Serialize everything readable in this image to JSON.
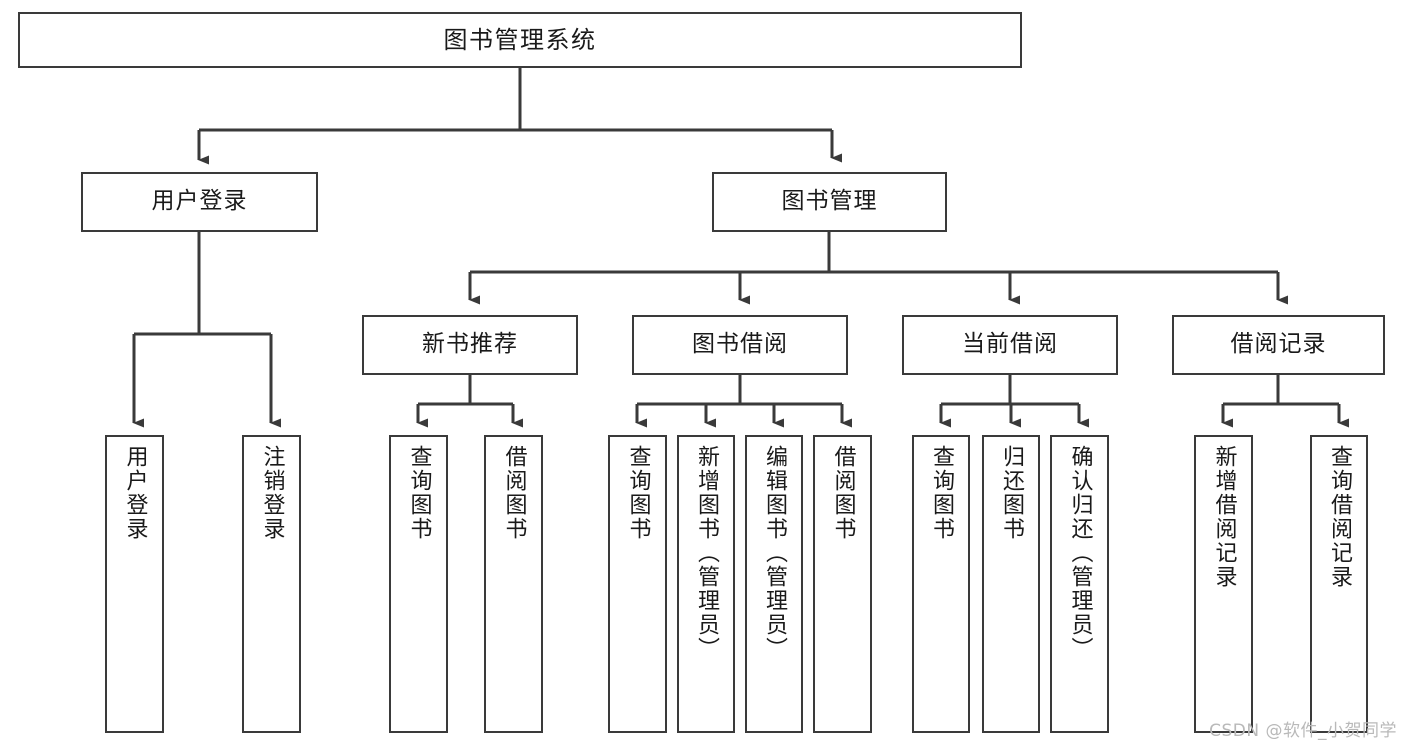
{
  "diagram": {
    "title": "图书管理系统",
    "type": "tree",
    "watermark": "CSDN @软件_小贺同学",
    "line_color": "#3a3a3a",
    "box_fill": "#ffffff",
    "text_color": "#1a1a1a",
    "root": {
      "label": "图书管理系统"
    },
    "level2": [
      {
        "id": "user-login",
        "label": "用户登录"
      },
      {
        "id": "book-manage",
        "label": "图书管理"
      }
    ],
    "level3": [
      {
        "id": "new-book-rec",
        "label": "新书推荐",
        "parent": "book-manage"
      },
      {
        "id": "book-borrow",
        "label": "图书借阅",
        "parent": "book-manage"
      },
      {
        "id": "current-borrow",
        "label": "当前借阅",
        "parent": "book-manage"
      },
      {
        "id": "borrow-record",
        "label": "借阅记录",
        "parent": "book-manage"
      }
    ],
    "leaves": [
      {
        "id": "leaf-user-login",
        "label": "用户登录",
        "parent": "user-login"
      },
      {
        "id": "leaf-user-logout",
        "label": "注销登录",
        "parent": "user-login"
      },
      {
        "id": "leaf-query-book-1",
        "label": "查询图书",
        "parent": "new-book-rec"
      },
      {
        "id": "leaf-borrow-book-1",
        "label": "借阅图书",
        "parent": "new-book-rec"
      },
      {
        "id": "leaf-query-book-2",
        "label": "查询图书",
        "parent": "book-borrow"
      },
      {
        "id": "leaf-add-book",
        "label": "新增图书（管理员）",
        "parent": "book-borrow"
      },
      {
        "id": "leaf-edit-book",
        "label": "编辑图书（管理员）",
        "parent": "book-borrow"
      },
      {
        "id": "leaf-borrow-book-2",
        "label": "借阅图书",
        "parent": "book-borrow"
      },
      {
        "id": "leaf-query-book-3",
        "label": "查询图书",
        "parent": "current-borrow"
      },
      {
        "id": "leaf-return-book",
        "label": "归还图书",
        "parent": "current-borrow"
      },
      {
        "id": "leaf-confirm-return",
        "label": "确认归还（管理员）",
        "parent": "current-borrow"
      },
      {
        "id": "leaf-add-record",
        "label": "新增借阅记录",
        "parent": "borrow-record"
      },
      {
        "id": "leaf-query-record",
        "label": "查询借阅记录",
        "parent": "borrow-record"
      }
    ]
  }
}
